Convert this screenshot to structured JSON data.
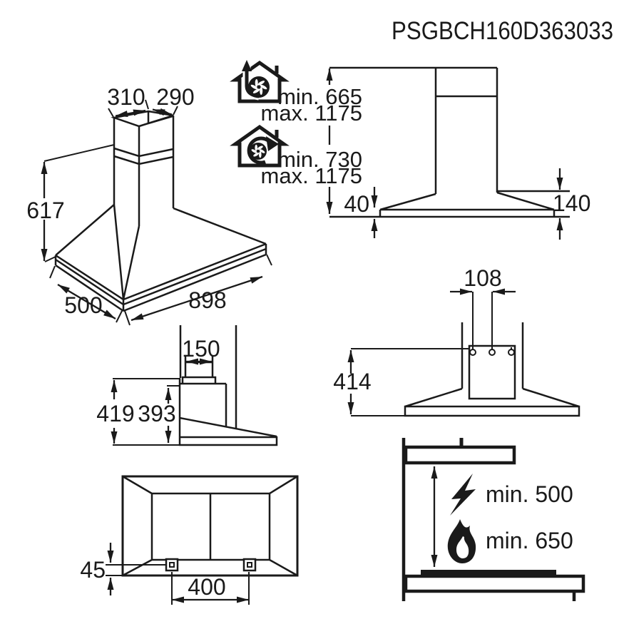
{
  "title": "PSGBCH160D363033",
  "colors": {
    "ink": "#1a1a1a",
    "background": "#ffffff"
  },
  "isometric_view": {
    "chimney_top_depth": "310",
    "chimney_top_width": "290",
    "hood_height": "617",
    "hood_depth": "500",
    "hood_width": "898"
  },
  "height_requirements": {
    "exhaust_mode": {
      "icon": "house-exhaust-fan-icon",
      "min": "min. 665",
      "max": "max. 1175"
    },
    "recirculation_mode": {
      "icon": "house-recirculation-fan-icon",
      "min": "min. 730",
      "max": "max. 1175"
    }
  },
  "front_view": {
    "base_rim_height": "40",
    "canopy_height": "140"
  },
  "side_view": {
    "duct_depth": "150",
    "total_height": "419",
    "body_height": "393"
  },
  "mounting_view": {
    "hole_spacing": "108",
    "mounting_height": "414"
  },
  "bottom_view": {
    "mount_edge_offset": "45",
    "mount_hole_spacing": "400"
  },
  "clearance_view": {
    "electric_icon": "lightning-icon",
    "electric_clearance": "min. 500",
    "gas_icon": "flame-icon",
    "gas_clearance": "min. 650"
  }
}
